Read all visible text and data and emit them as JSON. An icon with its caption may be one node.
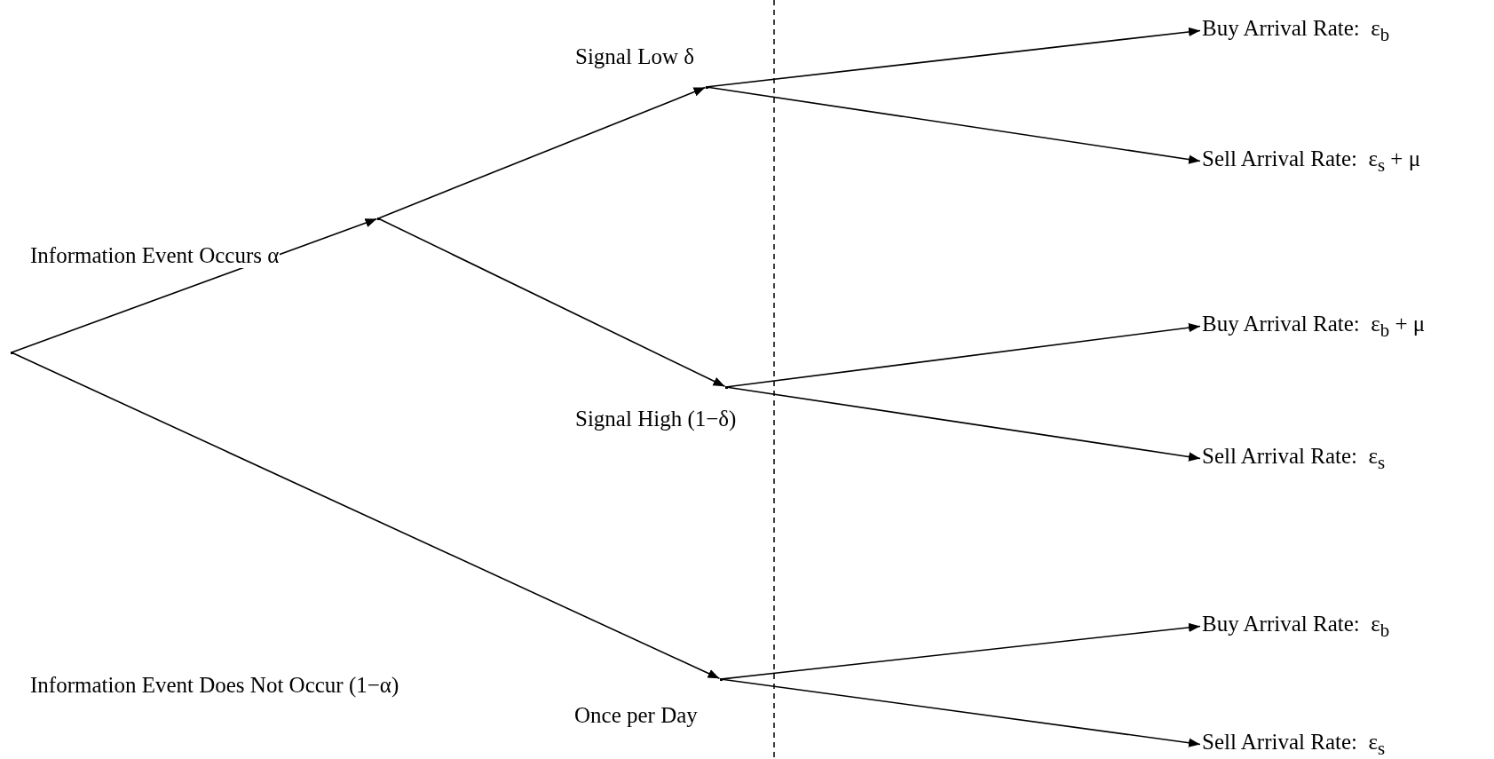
{
  "diagram": {
    "nodes": [
      {
        "text": [],
        "shape": "point"
      },
      {
        "text": [],
        "shape": "point"
      },
      {
        "text": [],
        "shape": "point"
      },
      {
        "text": [],
        "shape": "point"
      },
      {
        "text": [],
        "shape": "point",
        "beside": [
          "Once per Day"
        ]
      },
      {
        "text": [
          "Buy Arrival Rate:  ε$_{b}$"
        ]
      },
      {
        "text": [
          "Sell Arrival Rate:  ε$_{s}$ + μ"
        ]
      },
      {
        "text": [
          "Buy Arrival Rate:  ε$_{b}$ + μ"
        ]
      },
      {
        "text": [
          "Sell Arrival Rate:  ε$_{s}$"
        ]
      },
      {
        "text": [
          "Buy Arrival Rate:  ε$_{b}$"
        ]
      },
      {
        "text": [
          "Sell Arrival Rate:  ε$_{s}$"
        ]
      }
    ],
    "edges": [
      {
        "from": 0,
        "to": 1,
        "arrow": "to"
      },
      {
        "from": 0,
        "to": 4,
        "arrow": "to"
      },
      {
        "from": 1,
        "to": 2,
        "arrow": "to",
        "label": "Signal Low δ"
      },
      {
        "from": 1,
        "to": 3,
        "arrow": "to",
        "label": "Signal High (1−δ)"
      },
      {
        "from": 2,
        "to": 5,
        "arrow": "to"
      },
      {
        "from": 2,
        "to": 6,
        "arrow": "to"
      },
      {
        "from": 3,
        "to": 7,
        "arrow": "to"
      },
      {
        "from": 3,
        "to": 8,
        "arrow": "to"
      },
      {
        "from": 4,
        "to": 9,
        "arrow": "to"
      },
      {
        "from": 4,
        "to": 10,
        "arrow": "to"
      }
    ],
    "labels": [
      "Information Event Occurs α",
      "Information Event Does Not Occur (1−α)"
    ]
  }
}
